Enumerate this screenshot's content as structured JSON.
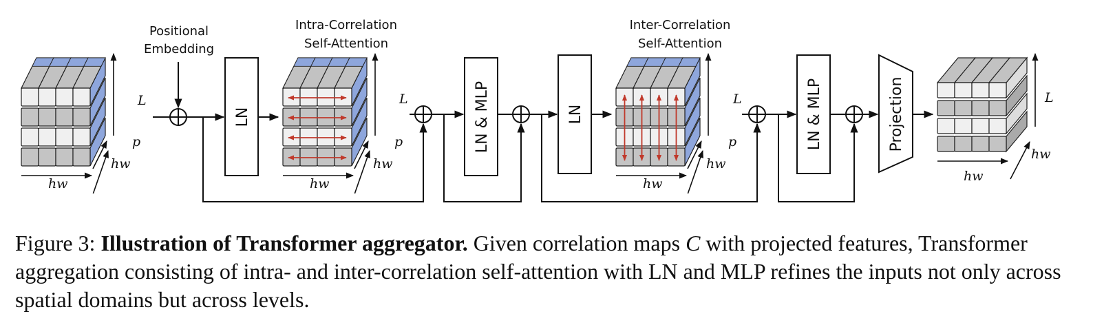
{
  "labels": {
    "positional_embedding": [
      "Positional",
      "Embedding"
    ],
    "intra_attention": [
      "Intra-Correlation",
      "Self-Attention"
    ],
    "inter_attention": [
      "Inter-Correlation",
      "Self-Attention"
    ]
  },
  "blocks": {
    "ln1": "LN",
    "ln_mlp1": "LN & MLP",
    "ln2": "LN",
    "ln_mlp2": "LN & MLP",
    "projection": "Projection"
  },
  "dims": {
    "L": "L",
    "p": "p",
    "hw": "hw"
  },
  "colors": {
    "cube_side": "#f0f0f0",
    "cube_top": "#c2c2c2",
    "cube_dark_face": "#c4c4c4",
    "accent_blue": "#8ea6dc",
    "arrow_red": "#c0392b",
    "line": "#111111"
  },
  "caption": {
    "figure_label": "Figure 3:",
    "title": "Illustration of Transformer aggregator.",
    "text_pre": "Given correlation maps",
    "symbol": "C",
    "text_post": "with projected features, Transformer aggregation consisting of intra- and inter-correlation self-attention with LN and MLP refines the inputs not only across spatial domains but across levels."
  }
}
